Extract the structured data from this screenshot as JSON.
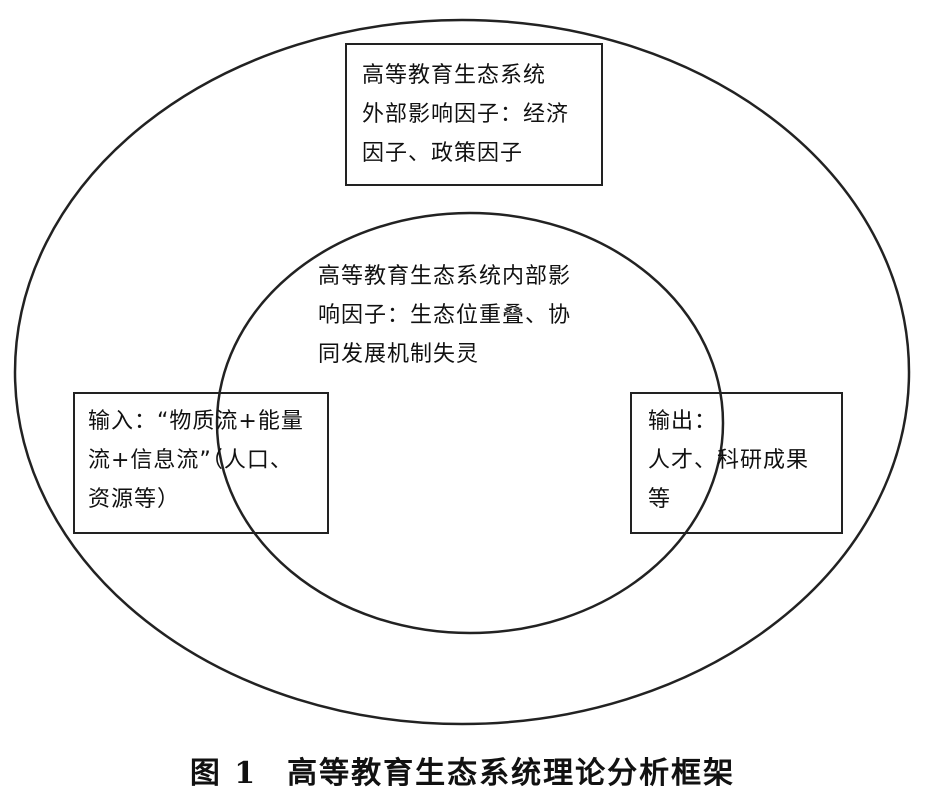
{
  "diagram": {
    "outer_ellipse": {
      "label": ""
    },
    "inner_ellipse": {
      "label": "高等教育生态系统内部影\n响因子：生态位重叠、协\n同发展机制失灵"
    },
    "external_box": {
      "text": "高等教育生态系统\n外部影响因子：经济\n因子、政策因子"
    },
    "input_box": {
      "text": "输入：“物质流+能量\n流+信息流”（人口、\n资源等）"
    },
    "output_box": {
      "text": "输出：\n人才、科研成果\n等"
    }
  },
  "caption": {
    "label": "图 1",
    "title": "高等教育生态系统理论分析框架"
  },
  "colors": {
    "stroke": "#222222",
    "text": "#111111",
    "background": "#ffffff"
  }
}
